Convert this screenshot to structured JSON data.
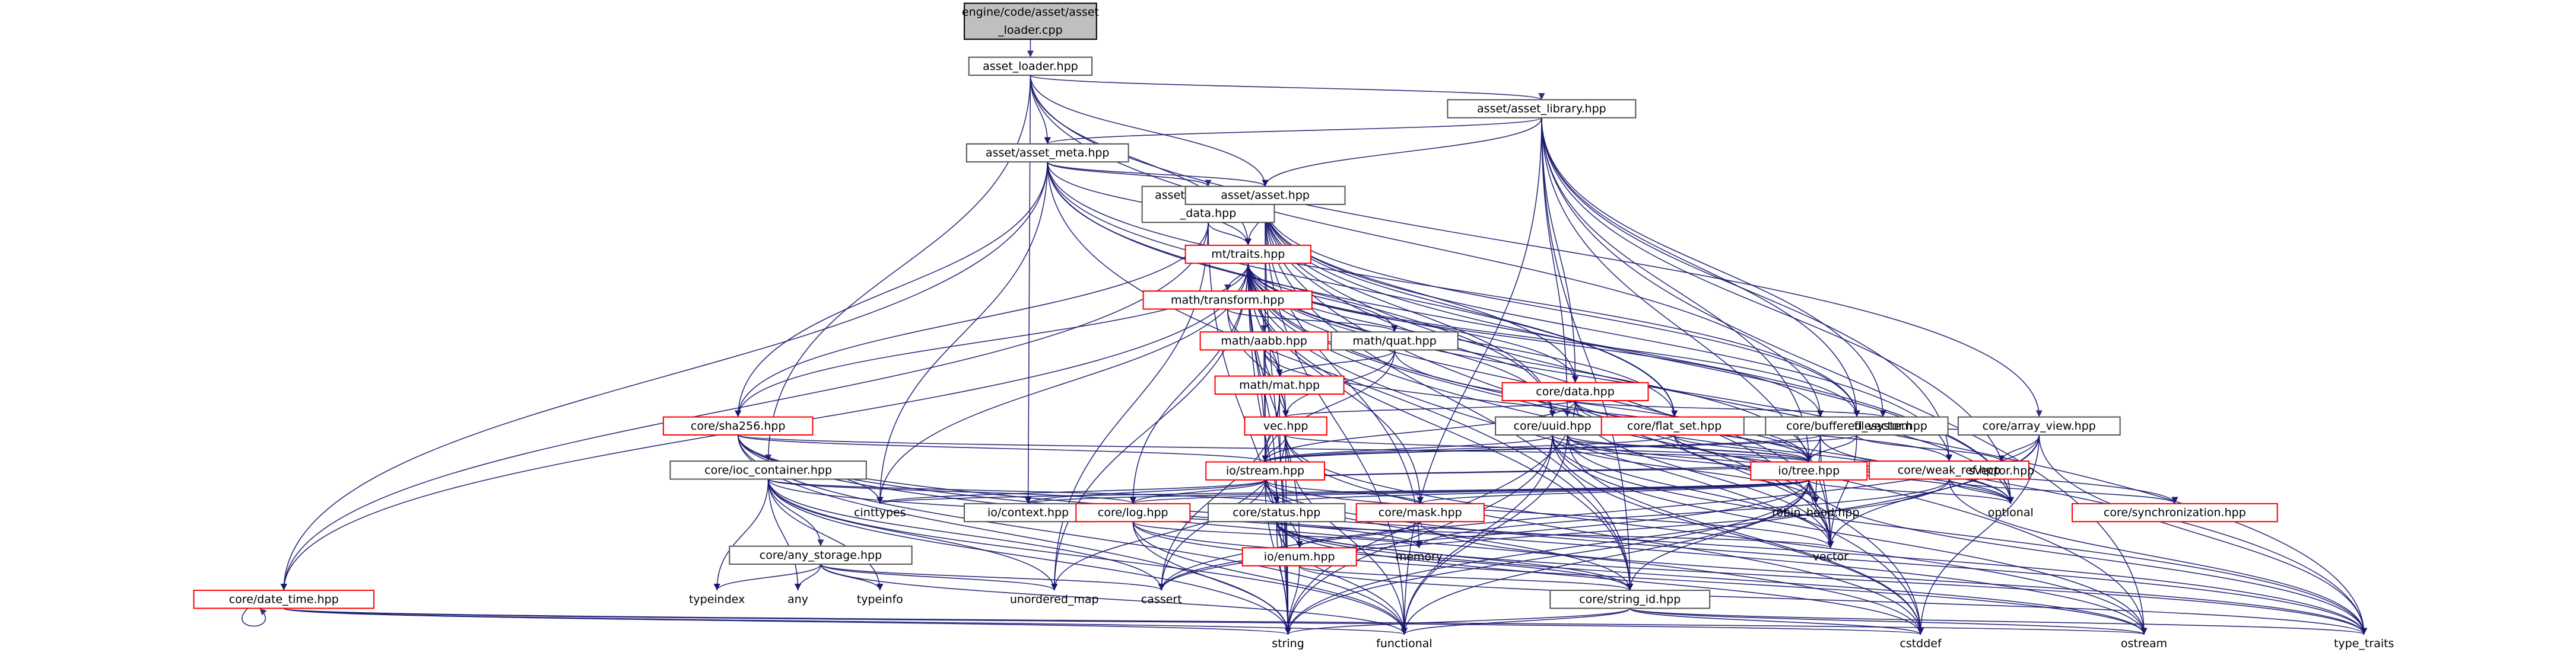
{
  "graph": {
    "nodes": [
      {
        "id": "root",
        "label": [
          "engine/code/asset/asset",
          "_loader.cpp"
        ],
        "kind": "root"
      },
      {
        "id": "asset_loader",
        "label": [
          "asset_loader.hpp"
        ],
        "kind": "box"
      },
      {
        "id": "asset_library",
        "label": [
          "asset/asset_library.hpp"
        ],
        "kind": "box"
      },
      {
        "id": "asset_meta",
        "label": [
          "asset/asset_meta.hpp"
        ],
        "kind": "box"
      },
      {
        "id": "asset_import",
        "label": [
          "asset/asset_import",
          "_data.hpp"
        ],
        "kind": "box"
      },
      {
        "id": "asset_asset",
        "label": [
          "asset/asset.hpp"
        ],
        "kind": "box"
      },
      {
        "id": "mtraits",
        "label": [
          "mt/traits.hpp"
        ],
        "kind": "red"
      },
      {
        "id": "transform",
        "label": [
          "math/transform.hpp"
        ],
        "kind": "red"
      },
      {
        "id": "aabb",
        "label": [
          "math/aabb.hpp"
        ],
        "kind": "red"
      },
      {
        "id": "quat",
        "label": [
          "math/quat.hpp"
        ],
        "kind": "box"
      },
      {
        "id": "mat",
        "label": [
          "math/mat.hpp"
        ],
        "kind": "red"
      },
      {
        "id": "vec",
        "label": [
          "vec.hpp"
        ],
        "kind": "red"
      },
      {
        "id": "sha256",
        "label": [
          "core/sha256.hpp"
        ],
        "kind": "red"
      },
      {
        "id": "data",
        "label": [
          "core/data.hpp"
        ],
        "kind": "red"
      },
      {
        "id": "async",
        "label": [
          "core/async.hpp"
        ],
        "kind": "red"
      },
      {
        "id": "uuid",
        "label": [
          "core/uuid.hpp"
        ],
        "kind": "box"
      },
      {
        "id": "flat_set",
        "label": [
          "core/flat_set.hpp"
        ],
        "kind": "red"
      },
      {
        "id": "flat_map",
        "label": [
          "core/flat_map.hpp"
        ],
        "kind": "box"
      },
      {
        "id": "buffered_vector",
        "label": [
          "core/buffered_vector.hpp"
        ],
        "kind": "box"
      },
      {
        "id": "array_view",
        "label": [
          "core/array_view.hpp"
        ],
        "kind": "box"
      },
      {
        "id": "ioc_container",
        "label": [
          "core/ioc_container.hpp"
        ],
        "kind": "box"
      },
      {
        "id": "io_stream",
        "label": [
          "io/stream.hpp"
        ],
        "kind": "red"
      },
      {
        "id": "io_tree",
        "label": [
          "io/tree.hpp"
        ],
        "kind": "red"
      },
      {
        "id": "weak_ref",
        "label": [
          "core/weak_ref.hpp"
        ],
        "kind": "red"
      },
      {
        "id": "filesystem",
        "label": [
          "filesystem"
        ],
        "kind": "plain"
      },
      {
        "id": "svector",
        "label": [
          "svector.hpp"
        ],
        "kind": "plain"
      },
      {
        "id": "cinttypes",
        "label": [
          "cinttypes"
        ],
        "kind": "plain"
      },
      {
        "id": "io_context",
        "label": [
          "io/context.hpp"
        ],
        "kind": "box"
      },
      {
        "id": "core_log",
        "label": [
          "core/log.hpp"
        ],
        "kind": "red"
      },
      {
        "id": "core_status",
        "label": [
          "core/status.hpp"
        ],
        "kind": "box"
      },
      {
        "id": "core_mask",
        "label": [
          "core/mask.hpp"
        ],
        "kind": "red"
      },
      {
        "id": "robin_hood",
        "label": [
          "robin_hood.hpp"
        ],
        "kind": "plain"
      },
      {
        "id": "optional",
        "label": [
          "optional"
        ],
        "kind": "plain"
      },
      {
        "id": "core_sync",
        "label": [
          "core/synchronization.hpp"
        ],
        "kind": "red"
      },
      {
        "id": "memory",
        "label": [
          "memory"
        ],
        "kind": "plain"
      },
      {
        "id": "vector",
        "label": [
          "vector"
        ],
        "kind": "plain"
      },
      {
        "id": "any_storage",
        "label": [
          "core/any_storage.hpp"
        ],
        "kind": "box"
      },
      {
        "id": "io_enum",
        "label": [
          "io/enum.hpp"
        ],
        "kind": "red"
      },
      {
        "id": "typeindex",
        "label": [
          "typeindex"
        ],
        "kind": "plain"
      },
      {
        "id": "any",
        "label": [
          "any"
        ],
        "kind": "plain"
      },
      {
        "id": "typeinfo",
        "label": [
          "typeinfo"
        ],
        "kind": "plain"
      },
      {
        "id": "unordered_map",
        "label": [
          "unordered_map"
        ],
        "kind": "plain"
      },
      {
        "id": "cassert",
        "label": [
          "cassert"
        ],
        "kind": "plain"
      },
      {
        "id": "date_time",
        "label": [
          "core/date_time.hpp"
        ],
        "kind": "red"
      },
      {
        "id": "string_id",
        "label": [
          "core/string_id.hpp"
        ],
        "kind": "box"
      },
      {
        "id": "string",
        "label": [
          "string"
        ],
        "kind": "plain"
      },
      {
        "id": "functional",
        "label": [
          "functional"
        ],
        "kind": "plain"
      },
      {
        "id": "cstddef",
        "label": [
          "cstddef"
        ],
        "kind": "plain"
      },
      {
        "id": "ostream",
        "label": [
          "ostream"
        ],
        "kind": "plain"
      },
      {
        "id": "type_traits",
        "label": [
          "type_traits"
        ],
        "kind": "plain"
      }
    ],
    "edges": [
      [
        "root",
        "asset_loader"
      ],
      [
        "asset_loader",
        "asset_library"
      ],
      [
        "asset_loader",
        "asset_meta"
      ],
      [
        "asset_loader",
        "asset_asset"
      ],
      [
        "asset_loader",
        "mtraits"
      ],
      [
        "asset_loader",
        "flat_map"
      ],
      [
        "asset_loader",
        "ioc_container"
      ],
      [
        "asset_loader",
        "io_context"
      ],
      [
        "asset_loader",
        "array_view"
      ],
      [
        "asset_library",
        "asset_meta"
      ],
      [
        "asset_library",
        "asset_asset"
      ],
      [
        "asset_library",
        "data"
      ],
      [
        "asset_library",
        "async"
      ],
      [
        "asset_library",
        "filesystem"
      ],
      [
        "asset_library",
        "buffered_vector"
      ],
      [
        "asset_library",
        "io_tree"
      ],
      [
        "asset_library",
        "optional"
      ],
      [
        "asset_library",
        "weak_ref"
      ],
      [
        "asset_library",
        "vector"
      ],
      [
        "asset_library",
        "string_id"
      ],
      [
        "asset_library",
        "ostream"
      ],
      [
        "asset_library",
        "functional"
      ],
      [
        "asset_meta",
        "asset_import"
      ],
      [
        "asset_meta",
        "asset_asset"
      ],
      [
        "asset_meta",
        "mtraits"
      ],
      [
        "asset_meta",
        "sha256"
      ],
      [
        "asset_meta",
        "uuid"
      ],
      [
        "asset_meta",
        "flat_set"
      ],
      [
        "asset_meta",
        "buffered_vector"
      ],
      [
        "asset_meta",
        "date_time"
      ],
      [
        "asset_meta",
        "optional"
      ],
      [
        "asset_meta",
        "cinttypes"
      ],
      [
        "asset_meta",
        "string_id"
      ],
      [
        "asset_import",
        "mtraits"
      ],
      [
        "asset_import",
        "sha256"
      ],
      [
        "asset_import",
        "date_time"
      ],
      [
        "asset_import",
        "string"
      ],
      [
        "asset_import",
        "unordered_map"
      ],
      [
        "asset_asset",
        "mtraits"
      ],
      [
        "asset_asset",
        "data"
      ],
      [
        "asset_asset",
        "uuid"
      ],
      [
        "asset_asset",
        "flat_set"
      ],
      [
        "asset_asset",
        "buffered_vector"
      ],
      [
        "asset_asset",
        "optional"
      ],
      [
        "asset_asset",
        "vector"
      ],
      [
        "asset_asset",
        "string"
      ],
      [
        "asset_asset",
        "type_traits"
      ],
      [
        "asset_asset",
        "functional"
      ],
      [
        "asset_asset",
        "memory"
      ],
      [
        "asset_asset",
        "cstddef"
      ],
      [
        "asset_asset",
        "weak_ref"
      ],
      [
        "asset_asset",
        "string_id"
      ],
      [
        "asset_asset",
        "io_stream"
      ],
      [
        "mtraits",
        "transform"
      ],
      [
        "mtraits",
        "aabb"
      ],
      [
        "mtraits",
        "quat"
      ],
      [
        "mtraits",
        "mat"
      ],
      [
        "mtraits",
        "vec"
      ],
      [
        "mtraits",
        "sha256"
      ],
      [
        "mtraits",
        "data"
      ],
      [
        "mtraits",
        "uuid"
      ],
      [
        "mtraits",
        "flat_set"
      ],
      [
        "mtraits",
        "flat_map"
      ],
      [
        "mtraits",
        "buffered_vector"
      ],
      [
        "mtraits",
        "io_stream"
      ],
      [
        "mtraits",
        "io_tree"
      ],
      [
        "mtraits",
        "core_log"
      ],
      [
        "mtraits",
        "core_status"
      ],
      [
        "mtraits",
        "core_mask"
      ],
      [
        "mtraits",
        "io_enum"
      ],
      [
        "mtraits",
        "date_time"
      ],
      [
        "mtraits",
        "string_id"
      ],
      [
        "mtraits",
        "cinttypes"
      ],
      [
        "mtraits",
        "optional"
      ],
      [
        "mtraits",
        "vector"
      ],
      [
        "mtraits",
        "string"
      ],
      [
        "mtraits",
        "type_traits"
      ],
      [
        "mtraits",
        "cstddef"
      ],
      [
        "mtraits",
        "ostream"
      ],
      [
        "mtraits",
        "unordered_map"
      ],
      [
        "mtraits",
        "robin_hood"
      ],
      [
        "transform",
        "quat"
      ],
      [
        "transform",
        "mat"
      ],
      [
        "transform",
        "vec"
      ],
      [
        "aabb",
        "mat"
      ],
      [
        "aabb",
        "vec"
      ],
      [
        "aabb",
        "io_stream"
      ],
      [
        "aabb",
        "io_tree"
      ],
      [
        "quat",
        "mat"
      ],
      [
        "quat",
        "vec"
      ],
      [
        "quat",
        "io_stream"
      ],
      [
        "quat",
        "io_tree"
      ],
      [
        "mat",
        "vec"
      ],
      [
        "mat",
        "io_stream"
      ],
      [
        "mat",
        "string"
      ],
      [
        "mat",
        "cassert"
      ],
      [
        "vec",
        "io_stream"
      ],
      [
        "vec",
        "io_tree"
      ],
      [
        "vec",
        "string"
      ],
      [
        "vec",
        "ostream"
      ],
      [
        "vec",
        "cstddef"
      ],
      [
        "vec",
        "functional"
      ],
      [
        "vec",
        "cassert"
      ],
      [
        "sha256",
        "io_stream"
      ],
      [
        "sha256",
        "io_tree"
      ],
      [
        "sha256",
        "string"
      ],
      [
        "sha256",
        "cstddef"
      ],
      [
        "sha256",
        "ostream"
      ],
      [
        "sha256",
        "functional"
      ],
      [
        "sha256",
        "cinttypes"
      ],
      [
        "sha256",
        "type_traits"
      ],
      [
        "data",
        "io_stream"
      ],
      [
        "data",
        "io_tree"
      ],
      [
        "data",
        "vec"
      ],
      [
        "data",
        "filesystem"
      ],
      [
        "data",
        "optional"
      ],
      [
        "data",
        "vector"
      ],
      [
        "data",
        "weak_ref"
      ],
      [
        "data",
        "string"
      ],
      [
        "async",
        "buffered_vector"
      ],
      [
        "async",
        "array_view"
      ],
      [
        "async",
        "io_tree"
      ],
      [
        "async",
        "vector"
      ],
      [
        "async",
        "core_sync"
      ],
      [
        "async",
        "functional"
      ],
      [
        "async",
        "cstddef"
      ],
      [
        "async",
        "optional"
      ],
      [
        "uuid",
        "io_stream"
      ],
      [
        "uuid",
        "io_tree"
      ],
      [
        "uuid",
        "string"
      ],
      [
        "uuid",
        "ostream"
      ],
      [
        "uuid",
        "cstddef"
      ],
      [
        "uuid",
        "functional"
      ],
      [
        "uuid",
        "robin_hood"
      ],
      [
        "uuid",
        "type_traits"
      ],
      [
        "flat_set",
        "io_stream"
      ],
      [
        "flat_set",
        "io_tree"
      ],
      [
        "flat_set",
        "robin_hood"
      ],
      [
        "flat_set",
        "optional"
      ],
      [
        "flat_map",
        "io_stream"
      ],
      [
        "flat_map",
        "io_tree"
      ],
      [
        "flat_map",
        "robin_hood"
      ],
      [
        "flat_map",
        "optional"
      ],
      [
        "flat_map",
        "vector"
      ],
      [
        "buffered_vector",
        "io_stream"
      ],
      [
        "buffered_vector",
        "io_tree"
      ],
      [
        "buffered_vector",
        "vector"
      ],
      [
        "buffered_vector",
        "svector"
      ],
      [
        "array_view",
        "svector"
      ],
      [
        "array_view",
        "vector"
      ],
      [
        "array_view",
        "type_traits"
      ],
      [
        "array_view",
        "cstddef"
      ],
      [
        "array_view",
        "string"
      ],
      [
        "array_view",
        "cassert"
      ],
      [
        "ioc_container",
        "any_storage"
      ],
      [
        "ioc_container",
        "core_log"
      ],
      [
        "ioc_container",
        "core_status"
      ],
      [
        "ioc_container",
        "unordered_map"
      ],
      [
        "ioc_container",
        "typeindex"
      ],
      [
        "ioc_container",
        "memory"
      ],
      [
        "ioc_container",
        "functional"
      ],
      [
        "ioc_container",
        "string"
      ],
      [
        "ioc_container",
        "any"
      ],
      [
        "ioc_container",
        "typeinfo"
      ],
      [
        "ioc_container",
        "cassert"
      ],
      [
        "io_stream",
        "io_context"
      ],
      [
        "io_stream",
        "core_log"
      ],
      [
        "io_stream",
        "core_status"
      ],
      [
        "io_stream",
        "core_mask"
      ],
      [
        "io_stream",
        "io_enum"
      ],
      [
        "io_stream",
        "cinttypes"
      ],
      [
        "io_stream",
        "unordered_map"
      ],
      [
        "io_stream",
        "string_id"
      ],
      [
        "io_stream",
        "vector"
      ],
      [
        "io_stream",
        "string"
      ],
      [
        "io_stream",
        "type_traits"
      ],
      [
        "io_tree",
        "io_stream"
      ],
      [
        "io_tree",
        "io_context"
      ],
      [
        "io_tree",
        "core_status"
      ],
      [
        "io_tree",
        "core_log"
      ],
      [
        "io_tree",
        "core_mask"
      ],
      [
        "io_tree",
        "string_id"
      ],
      [
        "io_tree",
        "robin_hood"
      ],
      [
        "io_tree",
        "optional"
      ],
      [
        "io_tree",
        "vector"
      ],
      [
        "io_tree",
        "string"
      ],
      [
        "io_tree",
        "cinttypes"
      ],
      [
        "io_tree",
        "type_traits"
      ],
      [
        "io_tree",
        "functional"
      ],
      [
        "io_tree",
        "cassert"
      ],
      [
        "weak_ref",
        "core_sync"
      ],
      [
        "weak_ref",
        "optional"
      ],
      [
        "weak_ref",
        "io_stream"
      ],
      [
        "weak_ref",
        "memory"
      ],
      [
        "weak_ref",
        "type_traits"
      ],
      [
        "weak_ref",
        "cassert"
      ],
      [
        "core_log",
        "string"
      ],
      [
        "core_log",
        "string_id"
      ],
      [
        "core_log",
        "memory"
      ],
      [
        "core_log",
        "ostream"
      ],
      [
        "core_log",
        "functional"
      ],
      [
        "core_status",
        "io_enum"
      ],
      [
        "core_status",
        "string"
      ],
      [
        "core_status",
        "string_id"
      ],
      [
        "core_status",
        "functional"
      ],
      [
        "core_status",
        "ostream"
      ],
      [
        "core_status",
        "cstddef"
      ],
      [
        "core_status",
        "type_traits"
      ],
      [
        "core_status",
        "vector"
      ],
      [
        "core_mask",
        "io_enum"
      ],
      [
        "core_mask",
        "type_traits"
      ],
      [
        "io_enum",
        "string"
      ],
      [
        "io_enum",
        "type_traits"
      ],
      [
        "io_enum",
        "string_id"
      ],
      [
        "any_storage",
        "typeindex"
      ],
      [
        "any_storage",
        "any"
      ],
      [
        "any_storage",
        "typeinfo"
      ],
      [
        "any_storage",
        "unordered_map"
      ],
      [
        "any_storage",
        "cassert"
      ],
      [
        "any_storage",
        "functional"
      ],
      [
        "date_time",
        "date_time"
      ],
      [
        "date_time",
        "string"
      ],
      [
        "date_time",
        "functional"
      ],
      [
        "date_time",
        "cstddef"
      ],
      [
        "date_time",
        "ostream"
      ],
      [
        "string_id",
        "string"
      ],
      [
        "string_id",
        "functional"
      ],
      [
        "string_id",
        "cstddef"
      ],
      [
        "string_id",
        "ostream"
      ],
      [
        "string_id",
        "type_traits"
      ]
    ]
  }
}
